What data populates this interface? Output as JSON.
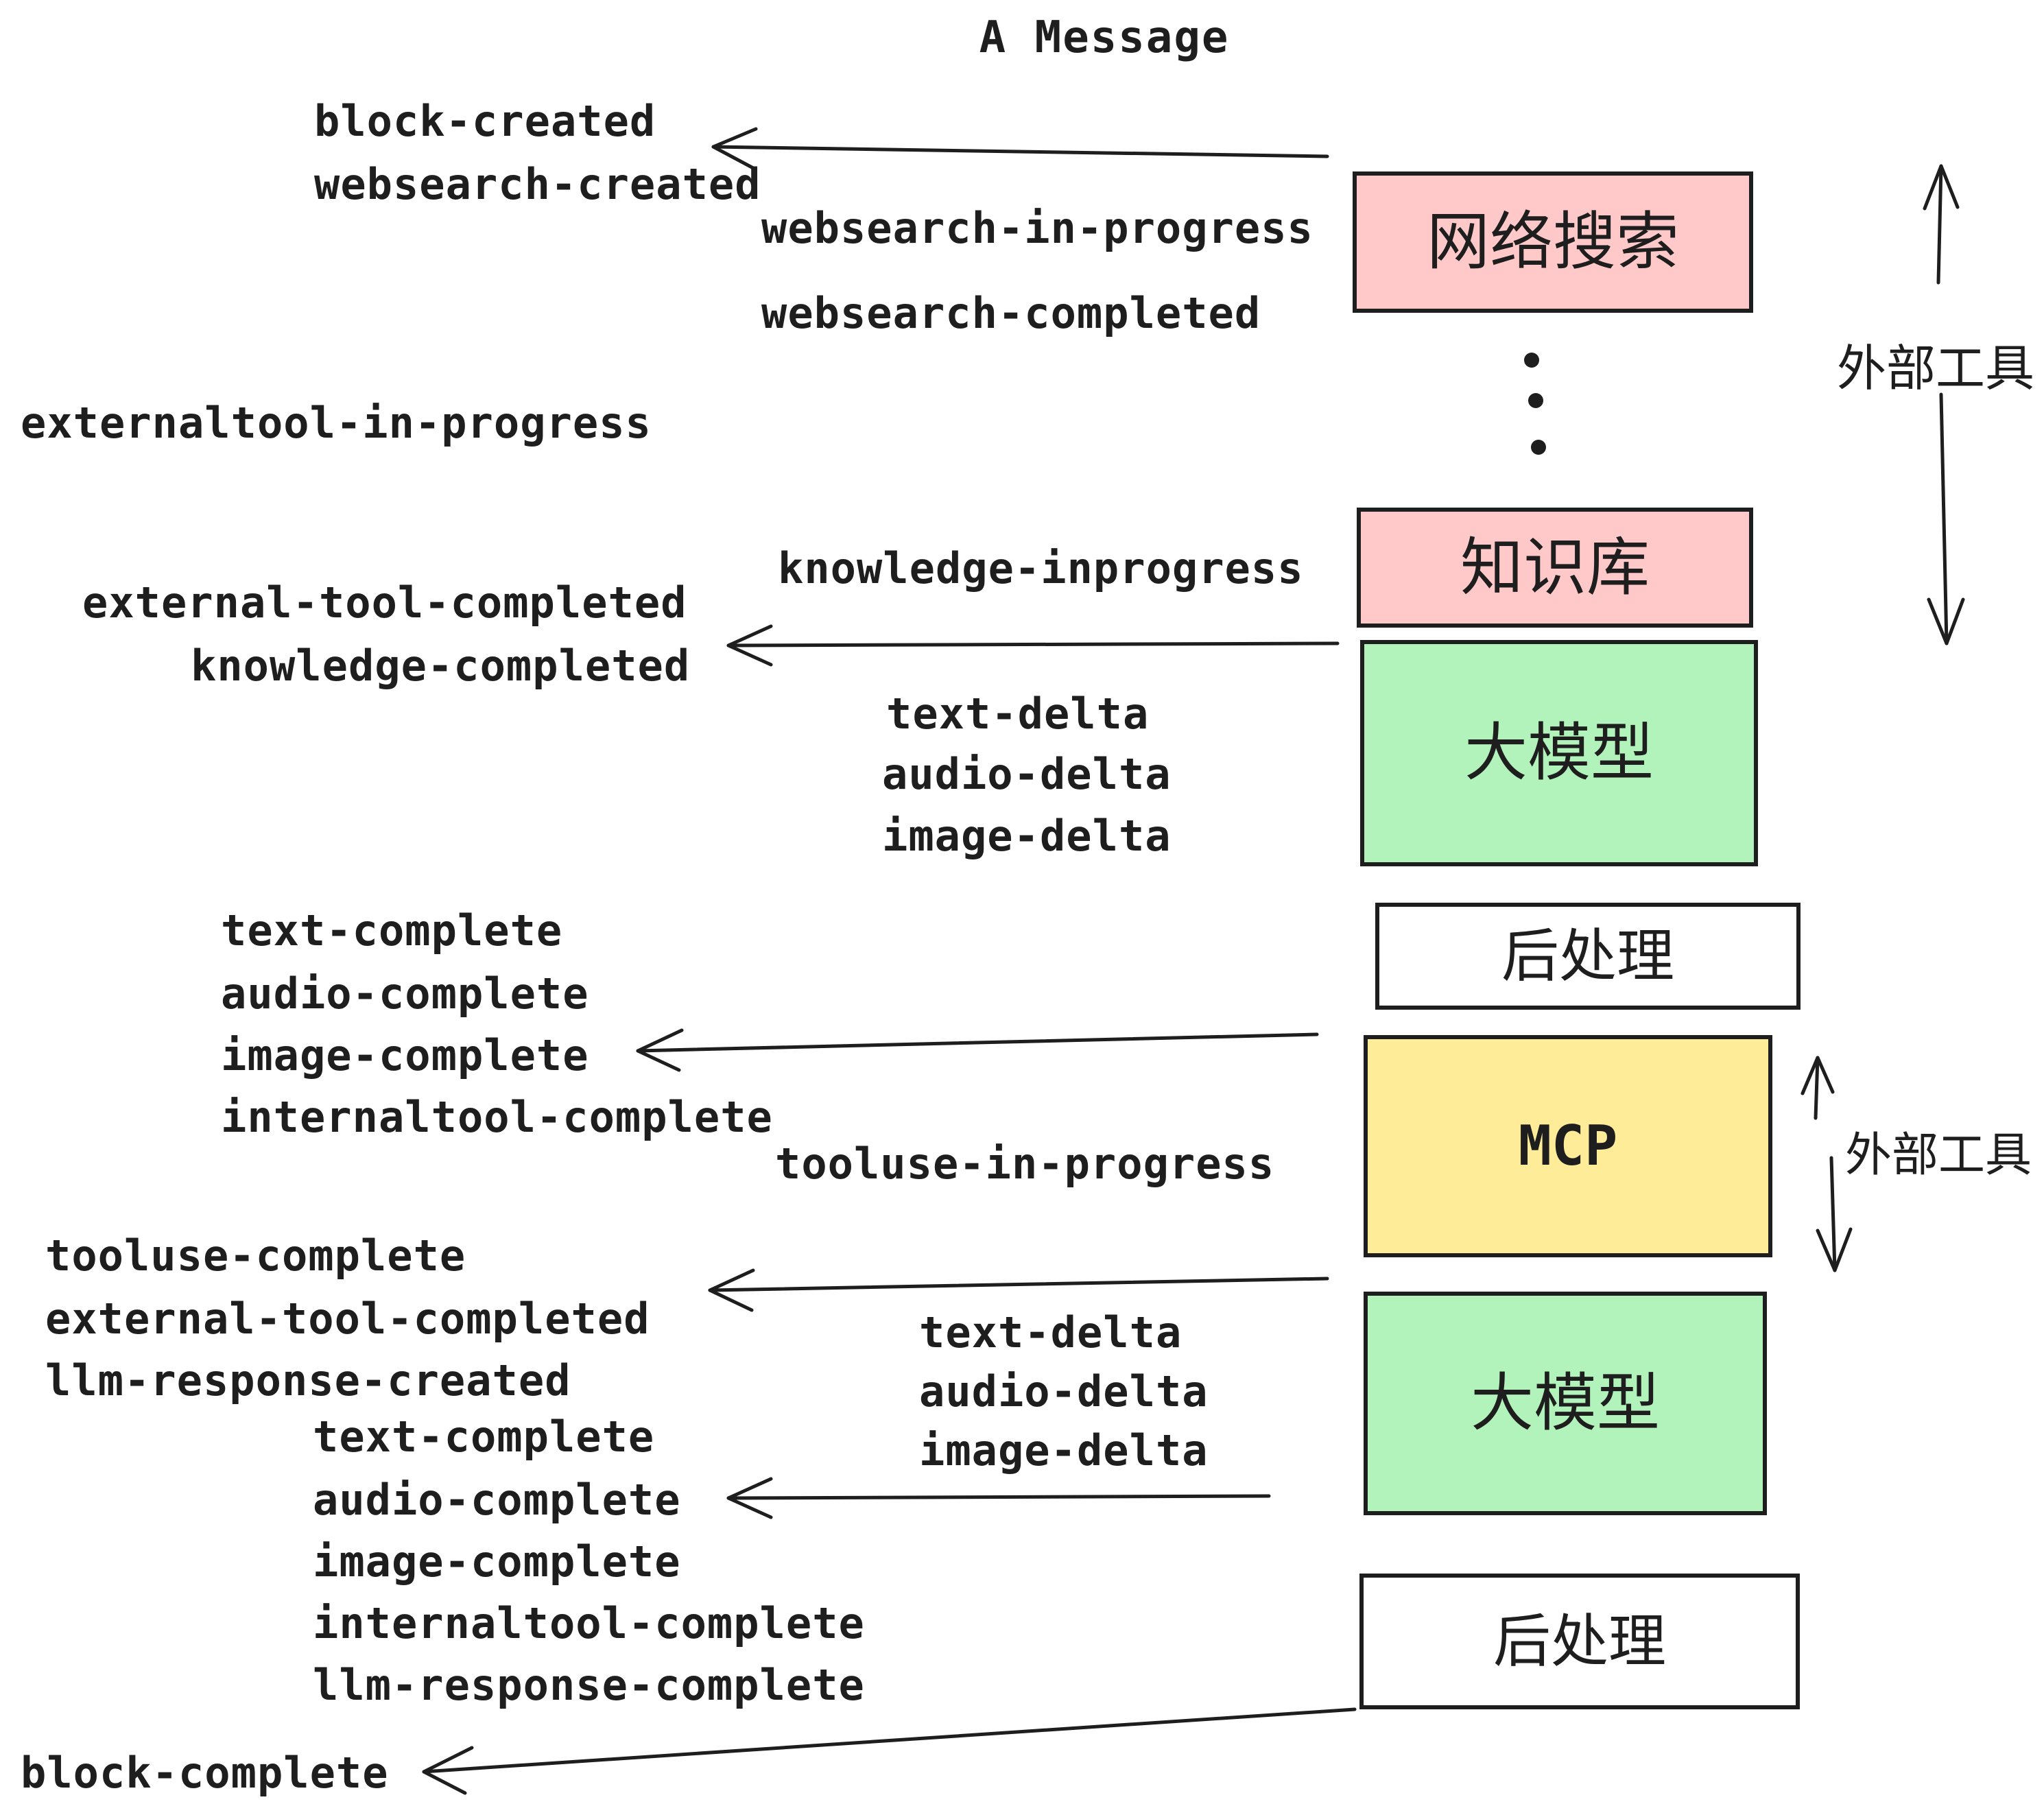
{
  "title": "A Message",
  "boxes": [
    {
      "key": "websearch",
      "label": "网络搜索",
      "fill": "#ffc9c9"
    },
    {
      "key": "knowledge",
      "label": "知识库",
      "fill": "#ffc9c9"
    },
    {
      "key": "llm1",
      "label": "大模型",
      "fill": "#b2f2bb"
    },
    {
      "key": "post1",
      "label": "后处理",
      "fill": "#ffffff"
    },
    {
      "key": "mcp",
      "label": "MCP",
      "fill": "#ffec99"
    },
    {
      "key": "llm2",
      "label": "大模型",
      "fill": "#b2f2bb"
    },
    {
      "key": "post2",
      "label": "后处理",
      "fill": "#ffffff"
    }
  ],
  "side_labels": [
    {
      "text": "外部工具"
    },
    {
      "text": "外部工具"
    }
  ],
  "events": {
    "block_created": "block-created",
    "websearch_created": "websearch-created",
    "websearch_in_progress": "websearch-in-progress",
    "websearch_completed": "websearch-completed",
    "externaltool_in_progress": "externaltool-in-progress",
    "knowledge_inprogress": "knowledge-inprogress",
    "external_tool_completed_1": "external-tool-completed",
    "knowledge_completed": "knowledge-completed",
    "text_delta_1": "text-delta",
    "audio_delta_1": "audio-delta",
    "image_delta_1": "image-delta",
    "text_complete_1": "text-complete",
    "audio_complete_1": "audio-complete",
    "image_complete_1": "image-complete",
    "internaltool_complete_1": "internaltool-complete",
    "tooluse_in_progress": "tooluse-in-progress",
    "tooluse_complete": "tooluse-complete",
    "external_tool_completed_2": "external-tool-completed",
    "llm_response_created": "llm-response-created",
    "text_delta_2": "text-delta",
    "audio_delta_2": "audio-delta",
    "image_delta_2": "image-delta",
    "text_complete_2": "text-complete",
    "audio_complete_2": "audio-complete",
    "image_complete_2": "image-complete",
    "internaltool_complete_2": "internaltool-complete",
    "llm_response_complete": "llm-response-complete",
    "block_complete": "block-complete"
  },
  "colors": {
    "stroke": "#1e1e1e",
    "pink": "#ffc9c9",
    "green": "#b2f2bb",
    "yellow": "#ffec99",
    "white": "#ffffff",
    "background": "#ffffff"
  }
}
